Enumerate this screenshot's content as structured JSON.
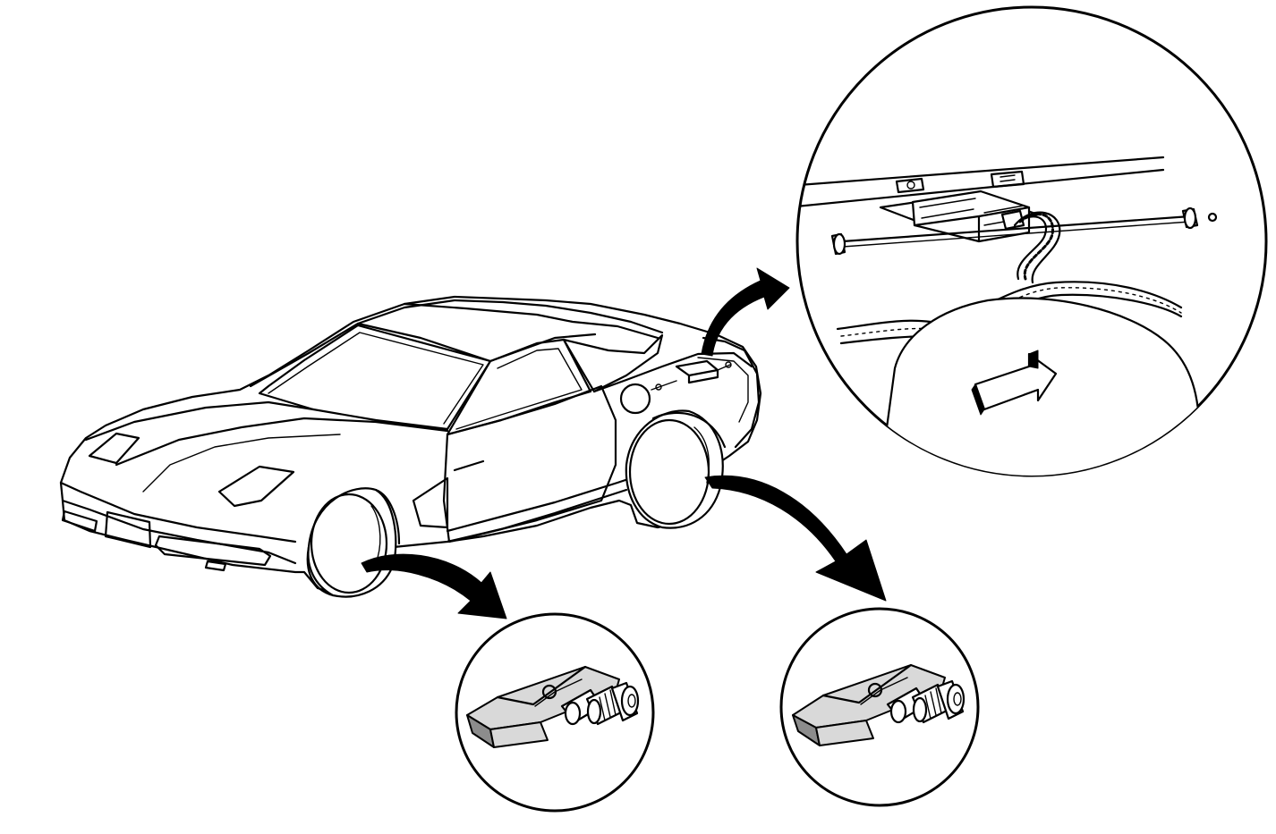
{
  "figure": {
    "alt": "",
    "palette": {
      "line": "#000000",
      "background": "#ffffff",
      "sensor_face": "#d9d9d9",
      "sensor_shadow": "#8c8c8c"
    },
    "callouts": [
      {
        "id": "receiver-detail",
        "icon": "receiver-module-icon"
      },
      {
        "id": "front-wheel-sensor",
        "icon": "tire-pressure-sensor-icon"
      },
      {
        "id": "rear-wheel-sensor",
        "icon": "tire-pressure-sensor-icon"
      }
    ]
  }
}
